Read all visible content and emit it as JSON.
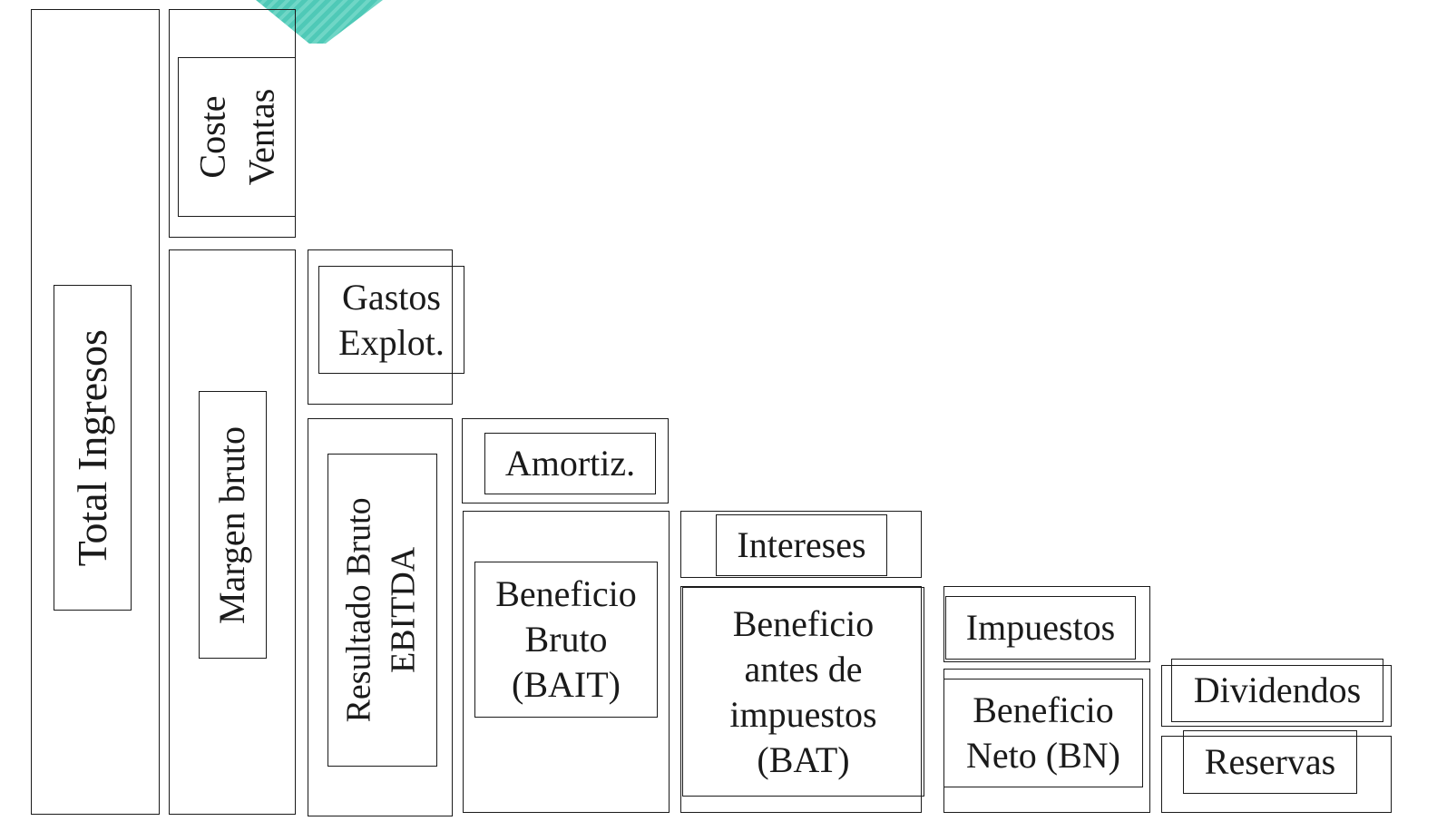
{
  "diagram": {
    "total_ingresos": "Total Ingresos",
    "coste_ventas": "Coste\nVentas",
    "margen_bruto": "Margen bruto",
    "gastos_explot": "Gastos\nExplot.",
    "resultado_bruto": "Resultado Bruto\nEBITDA",
    "amortiz": "Amortiz.",
    "beneficio_bruto": "Beneficio\nBruto\n(BAIT)",
    "intereses": "Intereses",
    "beneficio_antes": "Beneficio\nantes de\nimpuestos\n(BAT)",
    "impuestos": "Impuestos",
    "beneficio_neto": "Beneficio\nNeto (BN)",
    "dividendos": "Dividendos",
    "reservas": "Reservas"
  }
}
